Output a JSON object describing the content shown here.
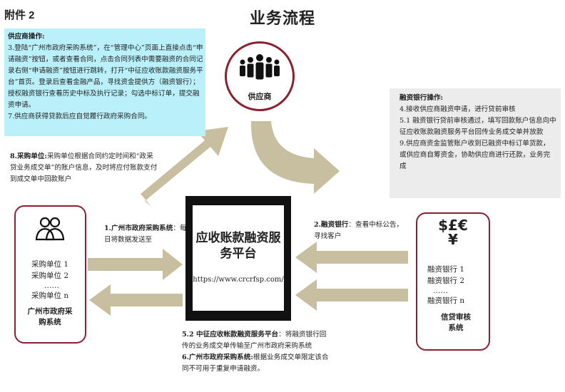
{
  "attachment_label": "附件 2",
  "title": "业务流程",
  "supplier_ops": {
    "heading": "供应商操作:",
    "step3": "3.登陆“广州市政府采购系统”，在“管理中心”页面上直接点击“申请融资”按钮，或者查看合同，点击合同列表中需要融资的合同记录右侧“申请融资”按钮进行跳转，打开“中征应收账款融资服务平台”首页。登录后查看金融产品，寻找资金提供方（融资银行）；授权融资银行查看历史中标及执行记录；勾选中标订单，提交融资申请。",
    "step7": "7.供应商获得贷款后应自觉履行政府采购合同。"
  },
  "supplier_node": {
    "label": "供应商",
    "icon": "group-people-icon"
  },
  "bank_ops": {
    "heading": "融资银行操作:",
    "step4": "4.接收供应商融资申请，进行贷前审核",
    "step5_1": "5.1 融资银行贷前审核通过，填写回款账户信息向中征应收账款融资服务平台回传业务成交单并放款",
    "step9": "9.供应商资金监管账户收到已融资中标订单货款，或供应商自筹资金，协助供应商进行还款，业务完成"
  },
  "step8": {
    "bold": "8.采购单位:",
    "text": "采购单位根据合同约定时间和“政采贷业务成交单”的账户信息，及时将应付账款支付到成交单中回款账户"
  },
  "step1": {
    "bold": "1.广州市政府采购系统",
    "text": "：每日将数据发送至"
  },
  "step2": {
    "bold": "2.融资银行",
    "text": "：查看中标公告，寻找客户"
  },
  "step5_2": {
    "bold": "5.2 中征应收帐款融资服务平台",
    "text": "：将融资银行回传的业务成交单传输至广州市政府采购系统"
  },
  "step6": {
    "bold": "6.广州市政府采购系统:",
    "text": "根据业务成交单限定该合同不可用于重复申请融资。"
  },
  "purchaser_card": {
    "icon": "two-users-icon",
    "items": [
      "采购单位 1",
      "采购单位 2",
      "……",
      "采购单位 n"
    ],
    "system_label": "广州市政府采购系统"
  },
  "platform": {
    "title": "应收账款融资服务平台",
    "url": "https://www.crcrfsp.com/"
  },
  "bank_card": {
    "icon": "currency-symbols-icon",
    "icon_text": "$£€¥",
    "items": [
      "融资银行 1",
      "融资银行 2",
      "……",
      "融资银行 n"
    ],
    "system_label": "信贷审核系统"
  },
  "colors": {
    "arrow": "#c7bf9f",
    "card_border": "#8a2030",
    "supplier_note_bg": "#b9f0fa",
    "bank_note_bg": "#ececec",
    "platform": "#111111"
  }
}
